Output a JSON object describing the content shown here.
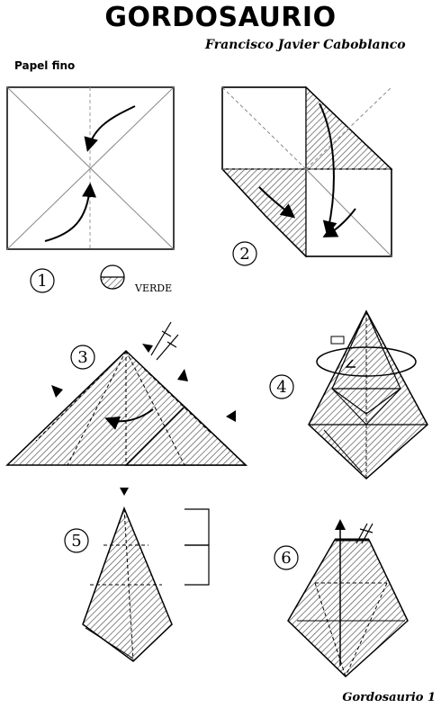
{
  "title": "GORDOSAURIO",
  "author": "Francisco Javier Caboblanco",
  "paper_note": "Papel fino",
  "legend": {
    "label": "VERDE"
  },
  "steps": [
    "1",
    "2",
    "3",
    "4",
    "5",
    "6"
  ],
  "footer": "Gordosaurio 1",
  "colors": {
    "ink": "#000000",
    "paper": "#ffffff",
    "hatch": "#555555"
  }
}
